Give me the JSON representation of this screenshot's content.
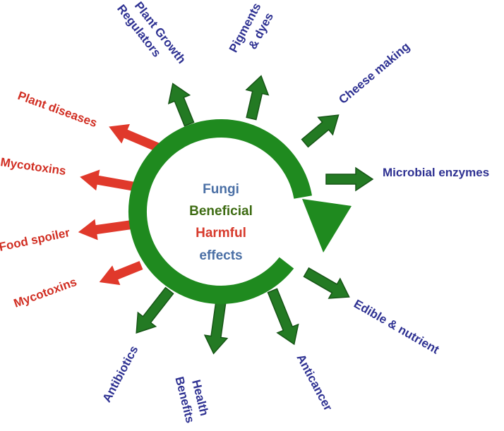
{
  "center": {
    "lines": [
      {
        "text": "Fungi",
        "color": "#4a6fa5"
      },
      {
        "text": "Beneficial",
        "color": "#3d6b12"
      },
      {
        "text": "Harmful",
        "color": "#d73a2c"
      },
      {
        "text": "effects",
        "color": "#4a6fa5"
      }
    ]
  },
  "colors": {
    "ring": "#1f8a1f",
    "ring_dark": "#176b17",
    "beneficial_arrow": "#237a23",
    "beneficial_arrow_edge": "#165516",
    "harmful_arrow": "#e0392b",
    "beneficial_text": "#2e3192",
    "harmful_text": "#d12e22"
  },
  "beneficial": [
    {
      "id": "plant-growth-regulators",
      "lines": [
        "Plant Growth",
        "Regulators"
      ],
      "icon": "arrow-icon"
    },
    {
      "id": "pigments-dyes",
      "lines": [
        "Pigments",
        "& dyes"
      ],
      "icon": "arrow-icon"
    },
    {
      "id": "cheese-making",
      "lines": [
        "Cheese making"
      ],
      "icon": "arrow-icon"
    },
    {
      "id": "microbial-enzymes",
      "lines": [
        "Microbial enzymes"
      ],
      "icon": "arrow-icon"
    },
    {
      "id": "edible-nutrient",
      "lines": [
        "Edible & nutrient"
      ],
      "icon": "arrow-icon"
    },
    {
      "id": "anticancer",
      "lines": [
        "Anticancer"
      ],
      "icon": "arrow-icon"
    },
    {
      "id": "health-benefits",
      "lines": [
        "Health",
        "Benefits"
      ],
      "icon": "arrow-icon"
    },
    {
      "id": "antibiotics",
      "lines": [
        "Antibiotics"
      ],
      "icon": "arrow-icon"
    }
  ],
  "harmful": [
    {
      "id": "plant-diseases",
      "lines": [
        "Plant diseases"
      ],
      "icon": "arrow-icon"
    },
    {
      "id": "mycotoxins-1",
      "lines": [
        "Mycotoxins"
      ],
      "icon": "arrow-icon"
    },
    {
      "id": "food-spoiler",
      "lines": [
        "Food spoiler"
      ],
      "icon": "arrow-icon"
    },
    {
      "id": "mycotoxins-2",
      "lines": [
        "Mycotoxins"
      ],
      "icon": "arrow-icon"
    }
  ]
}
